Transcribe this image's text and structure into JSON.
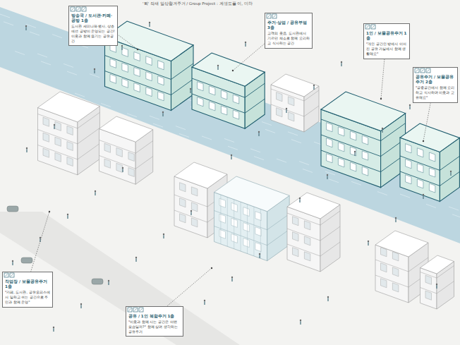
{
  "diagram": {
    "title": "'퇴' 작새 일상활겨주거 / Group Project : 계생도플 이, 미하",
    "nodes": [
      {
        "text": [
          "방송국 / 도서관·카페·공방 1층",
          "도서관 세미나와 행사, 상층에선 공방이 운영되는 공간! 이웃과 함께 즐기는 공유공간"
        ]
      },
      {
        "text": [
          "주거·상업 / 공유부엌 3층",
          "고객의 웃음, 도서관에서 기르던 채소로 함께 요리하고 식사하는 공간"
        ]
      },
      {
        "text": [
          "1인 / 보물공유주거 1층",
          "\"개인 공간인 방에서 이어진 공유 거실에서 함께 생활해요\""
        ]
      },
      {
        "text": [
          "공유주거 / 보물공유주거 2층",
          "\"공용공간에서 함께 요리하고 식사하며 이웃과 교류해요\""
        ]
      },
      {
        "text": [
          "작업장 / 보물공유주거 1층",
          "\"카페, 도서관, 공유오피스에서 일하고 쉬는 공간으로 주민과 함께 운영\""
        ]
      },
      {
        "text": [
          "공유 / 1인 복합주거 1층",
          "\"이웃과 함께 사는 공간은 어떤 모습일까?\" 함께 살며 생각하는 공유주거"
        ]
      }
    ]
  }
}
